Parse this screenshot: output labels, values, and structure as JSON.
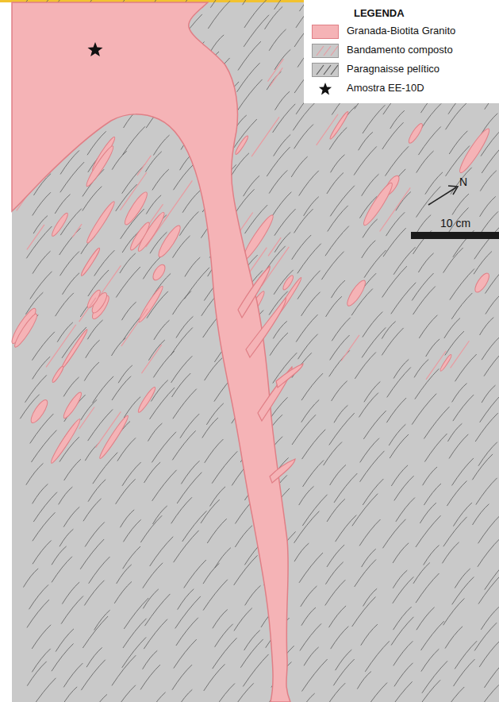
{
  "diagram": {
    "labels": [
      "LEGENDA",
      "N",
      "10 cm"
    ],
    "legend": [
      {
        "text": "Granada-Biotita Granito",
        "color": "#f5b3b6"
      },
      {
        "text": "Bandamento composto"
      },
      {
        "text": "Paragnaisse pelítico"
      },
      {
        "text": "Amostra EE-10D"
      }
    ]
  }
}
